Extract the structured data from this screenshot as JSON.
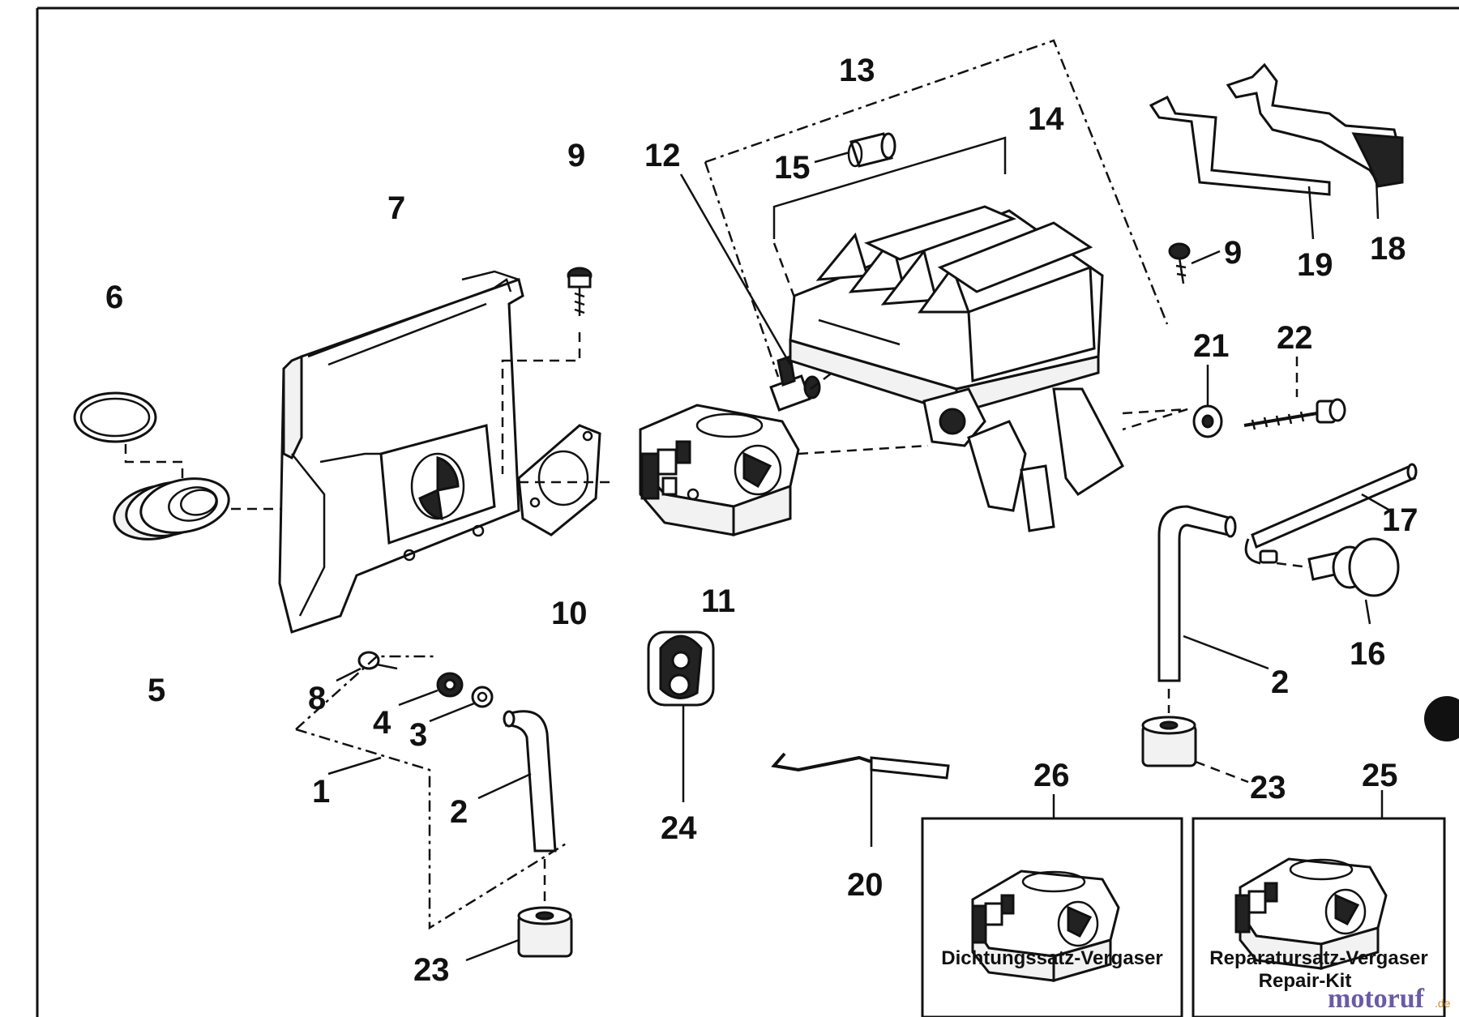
{
  "callouts": {
    "c1": "1",
    "c2a": "2",
    "c2b": "2",
    "c3": "3",
    "c4": "4",
    "c5": "5",
    "c6": "6",
    "c7": "7",
    "c8": "8",
    "c9a": "9",
    "c9b": "9",
    "c10": "10",
    "c11": "11",
    "c12": "12",
    "c13": "13",
    "c14": "14",
    "c15": "15",
    "c16": "16",
    "c17": "17",
    "c18": "18",
    "c19": "19",
    "c20": "20",
    "c21": "21",
    "c22": "22",
    "c23a": "23",
    "c23b": "23",
    "c24": "24",
    "c25": "25",
    "c26": "26"
  },
  "kits": {
    "gasket_kit_label": "Dichtungssatz-Vergaser",
    "repair_kit_label_line1": "Reparatursatz-Vergaser",
    "repair_kit_label_line2": "Repair-Kit"
  },
  "watermark": {
    "brand": "motoruf",
    "suffix": ".de"
  },
  "colors": {
    "ink": "#111111",
    "paper": "#ffffff",
    "watermark_main": "#6a5aa8",
    "watermark_accent": "#d08a2a"
  }
}
